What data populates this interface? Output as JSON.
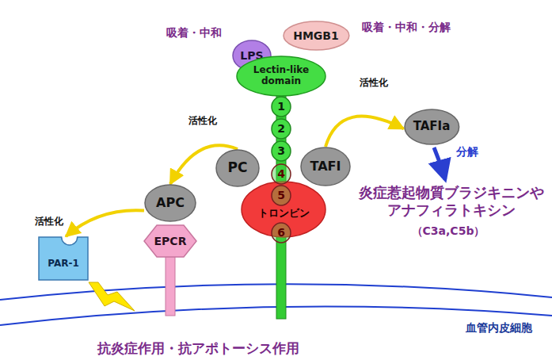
{
  "diagram": {
    "nodes": [
      {
        "text": [
          "LPS"
        ]
      },
      {
        "text": [
          "HMGB1"
        ]
      },
      {
        "text": [
          "Lectin-like domain"
        ]
      },
      {
        "text": [
          "1"
        ]
      },
      {
        "text": [
          "2"
        ]
      },
      {
        "text": [
          "3"
        ]
      },
      {
        "text": [
          "4"
        ]
      },
      {
        "text": [
          "5"
        ]
      },
      {
        "text": [
          "6"
        ]
      },
      {
        "text": [
          "トロンビン"
        ]
      },
      {
        "text": [
          "PC"
        ]
      },
      {
        "text": [
          "TAFI"
        ]
      },
      {
        "text": [
          "TAFIa"
        ]
      },
      {
        "text": [
          "APC"
        ]
      },
      {
        "text": [
          "EPCR"
        ]
      },
      {
        "text": [
          "PAR-1"
        ]
      }
    ],
    "edges": [
      {
        "from": 10,
        "to": 13,
        "label": "活性化",
        "arrow": "to"
      },
      {
        "from": 11,
        "to": 12,
        "label": "活性化",
        "arrow": "to"
      },
      {
        "from": 13,
        "to": 15,
        "label": "活性化",
        "arrow": "to"
      }
    ],
    "labels": [
      "吸着・中和",
      "吸着・中和・分解",
      "分解",
      "炎症惹起物質ブラジキニンやアナフィラトキシン",
      "（C3a,C5b）",
      "血管内皮細胞",
      "抗炎症作用・抗アポトーシス作用"
    ]
  }
}
